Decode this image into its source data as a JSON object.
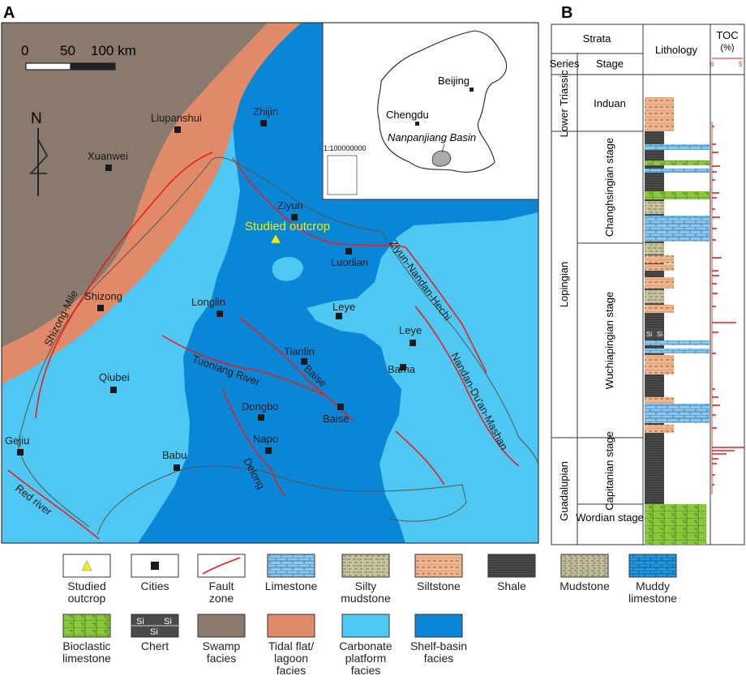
{
  "panels": {
    "a": "A",
    "b": "B"
  },
  "scale_bar": {
    "ticks": [
      "0",
      "50",
      "100 km"
    ]
  },
  "north_arrow": {
    "label": "N"
  },
  "colors": {
    "swamp": "#8a7a6e",
    "tidal": "#e08a6a",
    "platform": "#4ec8f2",
    "basin": "#0a86d6",
    "fault": "#e81e1e",
    "studied": "#f0f000",
    "limestone": "#88c8f0",
    "silty": "#c9c39a",
    "siltstone": "#f2b48c",
    "shale": "#4a4a4a",
    "mudstone": "#c2be98",
    "muddy": "#1e98e0",
    "bioclastic": "#8cc83c",
    "toc": "#e81e1e"
  },
  "cities": [
    {
      "name": "Liupanshui"
    },
    {
      "name": "Zhijin"
    },
    {
      "name": "Xuanwei"
    },
    {
      "name": "Ziyun"
    },
    {
      "name": "Luodian"
    },
    {
      "name": "Shizong"
    },
    {
      "name": "Longlin"
    },
    {
      "name": "Leye"
    },
    {
      "name": "Leye"
    },
    {
      "name": "Tianlin"
    },
    {
      "name": "Bama"
    },
    {
      "name": "Qiubei"
    },
    {
      "name": "Baise"
    },
    {
      "name": "Dongbo"
    },
    {
      "name": "Napo"
    },
    {
      "name": "Gejiu"
    },
    {
      "name": "Babu"
    }
  ],
  "faults": [
    {
      "name": "Shizong-Mile"
    },
    {
      "name": "Ziyun-Nandan-Hechi"
    },
    {
      "name": "Nandan-Du'an-Mashan"
    },
    {
      "name": "Tuoniang River"
    },
    {
      "name": "Baise"
    },
    {
      "name": "Delong"
    },
    {
      "name": "Red river"
    }
  ],
  "studied_outcrop": "Studied outcrop",
  "inset": {
    "beijing": "Beijing",
    "chengdu": "Chengdu",
    "basin": "Nanpanjiang Basin",
    "scale": "1:100000000"
  },
  "column": {
    "strata": "Strata",
    "series_header": "Series",
    "stage_header": "Stage",
    "lithology": "Lithology",
    "toc_title": "TOC",
    "toc_unit": "(%)",
    "toc_ticks": [
      "0",
      "5"
    ],
    "series": [
      "Lower Triassic",
      "Lopingian",
      "Guadalupian"
    ],
    "stages": [
      "Induan",
      "Changhsingian stage",
      "Wuchiapingian stage",
      "Capitanian stage",
      "Wordian stage"
    ],
    "chert_mark": "Si"
  },
  "legend": [
    {
      "key": "studied",
      "label1": "Studied",
      "label2": "outcrop"
    },
    {
      "key": "cities",
      "label1": "Cities",
      "label2": ""
    },
    {
      "key": "fault",
      "label1": "Fault",
      "label2": "zone"
    },
    {
      "key": "limestone",
      "label1": "Limestone",
      "label2": ""
    },
    {
      "key": "silty",
      "label1": "Silty",
      "label2": "mudstone"
    },
    {
      "key": "siltstone",
      "label1": "Siltstone",
      "label2": ""
    },
    {
      "key": "shale",
      "label1": "Shale",
      "label2": ""
    },
    {
      "key": "mudstone",
      "label1": "Mudstone",
      "label2": ""
    },
    {
      "key": "muddy",
      "label1": "Muddy",
      "label2": "limestone"
    },
    {
      "key": "bioclastic",
      "label1": "Bioclastic",
      "label2": "limestone"
    },
    {
      "key": "chert",
      "label1": "Chert",
      "label2": ""
    },
    {
      "key": "swamp",
      "label1": "Swamp",
      "label2": "facies"
    },
    {
      "key": "tidal",
      "label1": "Tidal flat/",
      "label2": "lagoon",
      "label3": "facies"
    },
    {
      "key": "platform",
      "label1": "Carbonate",
      "label2": "platform",
      "label3": "facies"
    },
    {
      "key": "basin",
      "label1": "Shelf-basin",
      "label2": "facies"
    }
  ]
}
